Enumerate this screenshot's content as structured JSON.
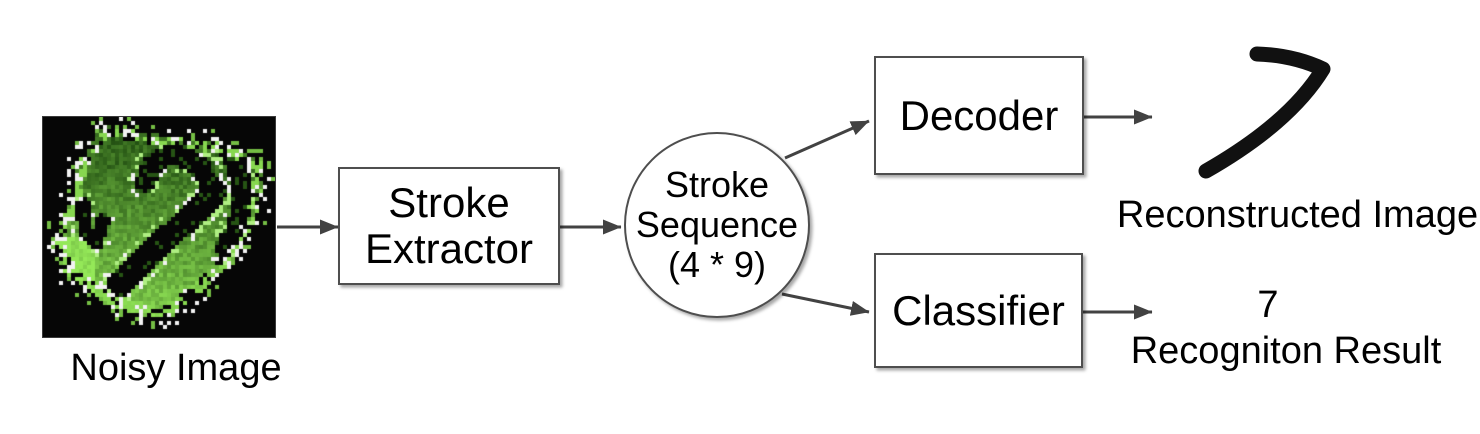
{
  "title": "Stroke extraction pipeline diagram",
  "colors": {
    "background": "#ffffff",
    "box_fill": "#ffffff",
    "box_border": "#4e4e4e",
    "arrow": "#424242",
    "text": "#000000",
    "digit": "#111111"
  },
  "nodes": {
    "noisy_image": {
      "label": "Noisy Image"
    },
    "stroke_extractor": {
      "line1": "Stroke",
      "line2": "Extractor"
    },
    "stroke_sequence": {
      "line1": "Stroke",
      "line2": "Sequence",
      "line3": "(4 * 9)"
    },
    "decoder": {
      "label": "Decoder"
    },
    "classifier": {
      "label": "Classifier"
    }
  },
  "outputs": {
    "reconstructed_label": "Reconstructed Image",
    "recognition_value": "7",
    "recognition_label": "Recogniton Result"
  },
  "noisy_pixels": {
    "seed": 7,
    "black": "#060606",
    "white": "#f2f2f2",
    "green_dark": [
      18,
      58,
      8
    ],
    "green_bright": [
      148,
      232,
      88
    ]
  }
}
